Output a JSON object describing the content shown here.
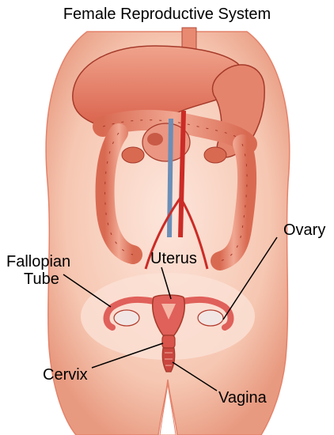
{
  "title": "Female Reproductive System",
  "labels": {
    "fallopian_tube_line1": "Fallopian",
    "fallopian_tube_line2": "Tube",
    "uterus": "Uterus",
    "ovary": "Ovary",
    "cervix": "Cervix",
    "vagina": "Vagina"
  },
  "colors": {
    "skin": "#f6c8b4",
    "organ": "#e4735d",
    "organ_dark": "#b23a2b",
    "organ_light": "#f3b09a",
    "reproductive": "#e0605a",
    "ovary": "#f2e6e4",
    "vessel_red": "#cc2b26",
    "vessel_blue": "#6a8fb8"
  }
}
